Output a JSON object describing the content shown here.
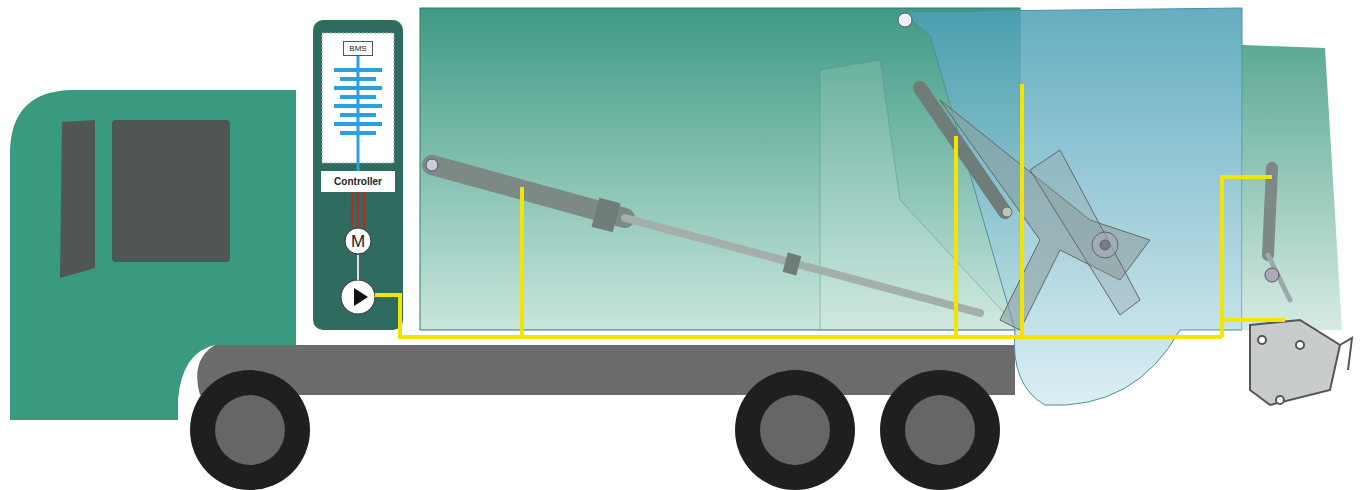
{
  "diagram": {
    "nodes": [
      {
        "text": [
          "BMS"
        ]
      },
      {
        "text": [
          "Controller"
        ]
      },
      {
        "text": [
          "M"
        ]
      }
    ],
    "edges": [
      {
        "from": 0,
        "to": 1,
        "arrow": "none"
      },
      {
        "from": 1,
        "to": 2,
        "arrow": "none"
      }
    ]
  }
}
